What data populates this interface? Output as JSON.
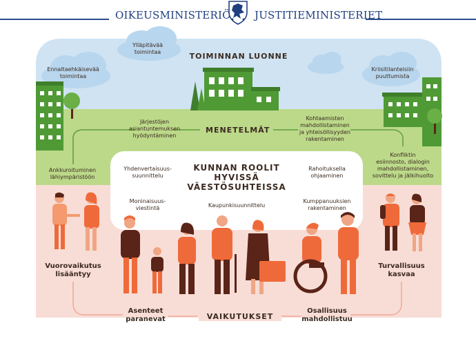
{
  "header": {
    "left_title": "OIKEUSMINISTERIÖ",
    "right_title": "JUSTITIEMINISTERIET"
  },
  "sections": {
    "top": "TOIMINNAN LUONNE",
    "middle": "MENETELMÄT",
    "bottom": "VAIKUTUKSET"
  },
  "center": {
    "title": "KUNNAN ROOLIT\nHYVISSÄ\nVÄESTÖSUHTEISSA",
    "roles": {
      "equality": "Yhdenvertaisuus-\nsuunnittelu",
      "diversity": "Moninaisuus-\nviestintä",
      "urban": "Kaupunkisuunnittelu",
      "funding": "Rahoituksella\nohjaaminen",
      "partnership": "Kumppanuuksien\nrakentaminen"
    }
  },
  "nature": {
    "preventive": "Ennaltaehkäisevää\ntoimintaa",
    "maintaining": "Ylläpitävää\ntoimintaa",
    "crisis": "Kriisitilanteisiin\npuuttumista"
  },
  "methods": {
    "expertise": "Järjestöjen\nasiantuntemuksen\nhyödyntäminen",
    "meetings": "Kohtaamisten\nmahdollistaminen\nja yhteisöllisyyden\nrakentaminen",
    "anchoring": "Ankkuroituminen\nlähiympäristöön",
    "conflict": "Konfliktin\nesiinnosto, dialogin\nmahdollistaminen,\nsovittelu ja jälkihuolto"
  },
  "effects": {
    "interaction": "Vuorovaikutus\nlisääntyy",
    "attitudes": "Asenteet\nparanevat",
    "participation": "Osallisuus\nmahdollistuu",
    "safety": "Turvallisuus\nkasvaa"
  },
  "colors": {
    "sky": "#cfe3f2",
    "cloud": "#b8d6ee",
    "grass": "#bcd98a",
    "building": "#4f9a35",
    "ground": "#f8ddd6",
    "orange": "#ef6a3a",
    "brown": "#5a2418",
    "navy": "#1f3f7e",
    "line": "#5f9c3a",
    "line_pink": "#f0a896"
  }
}
